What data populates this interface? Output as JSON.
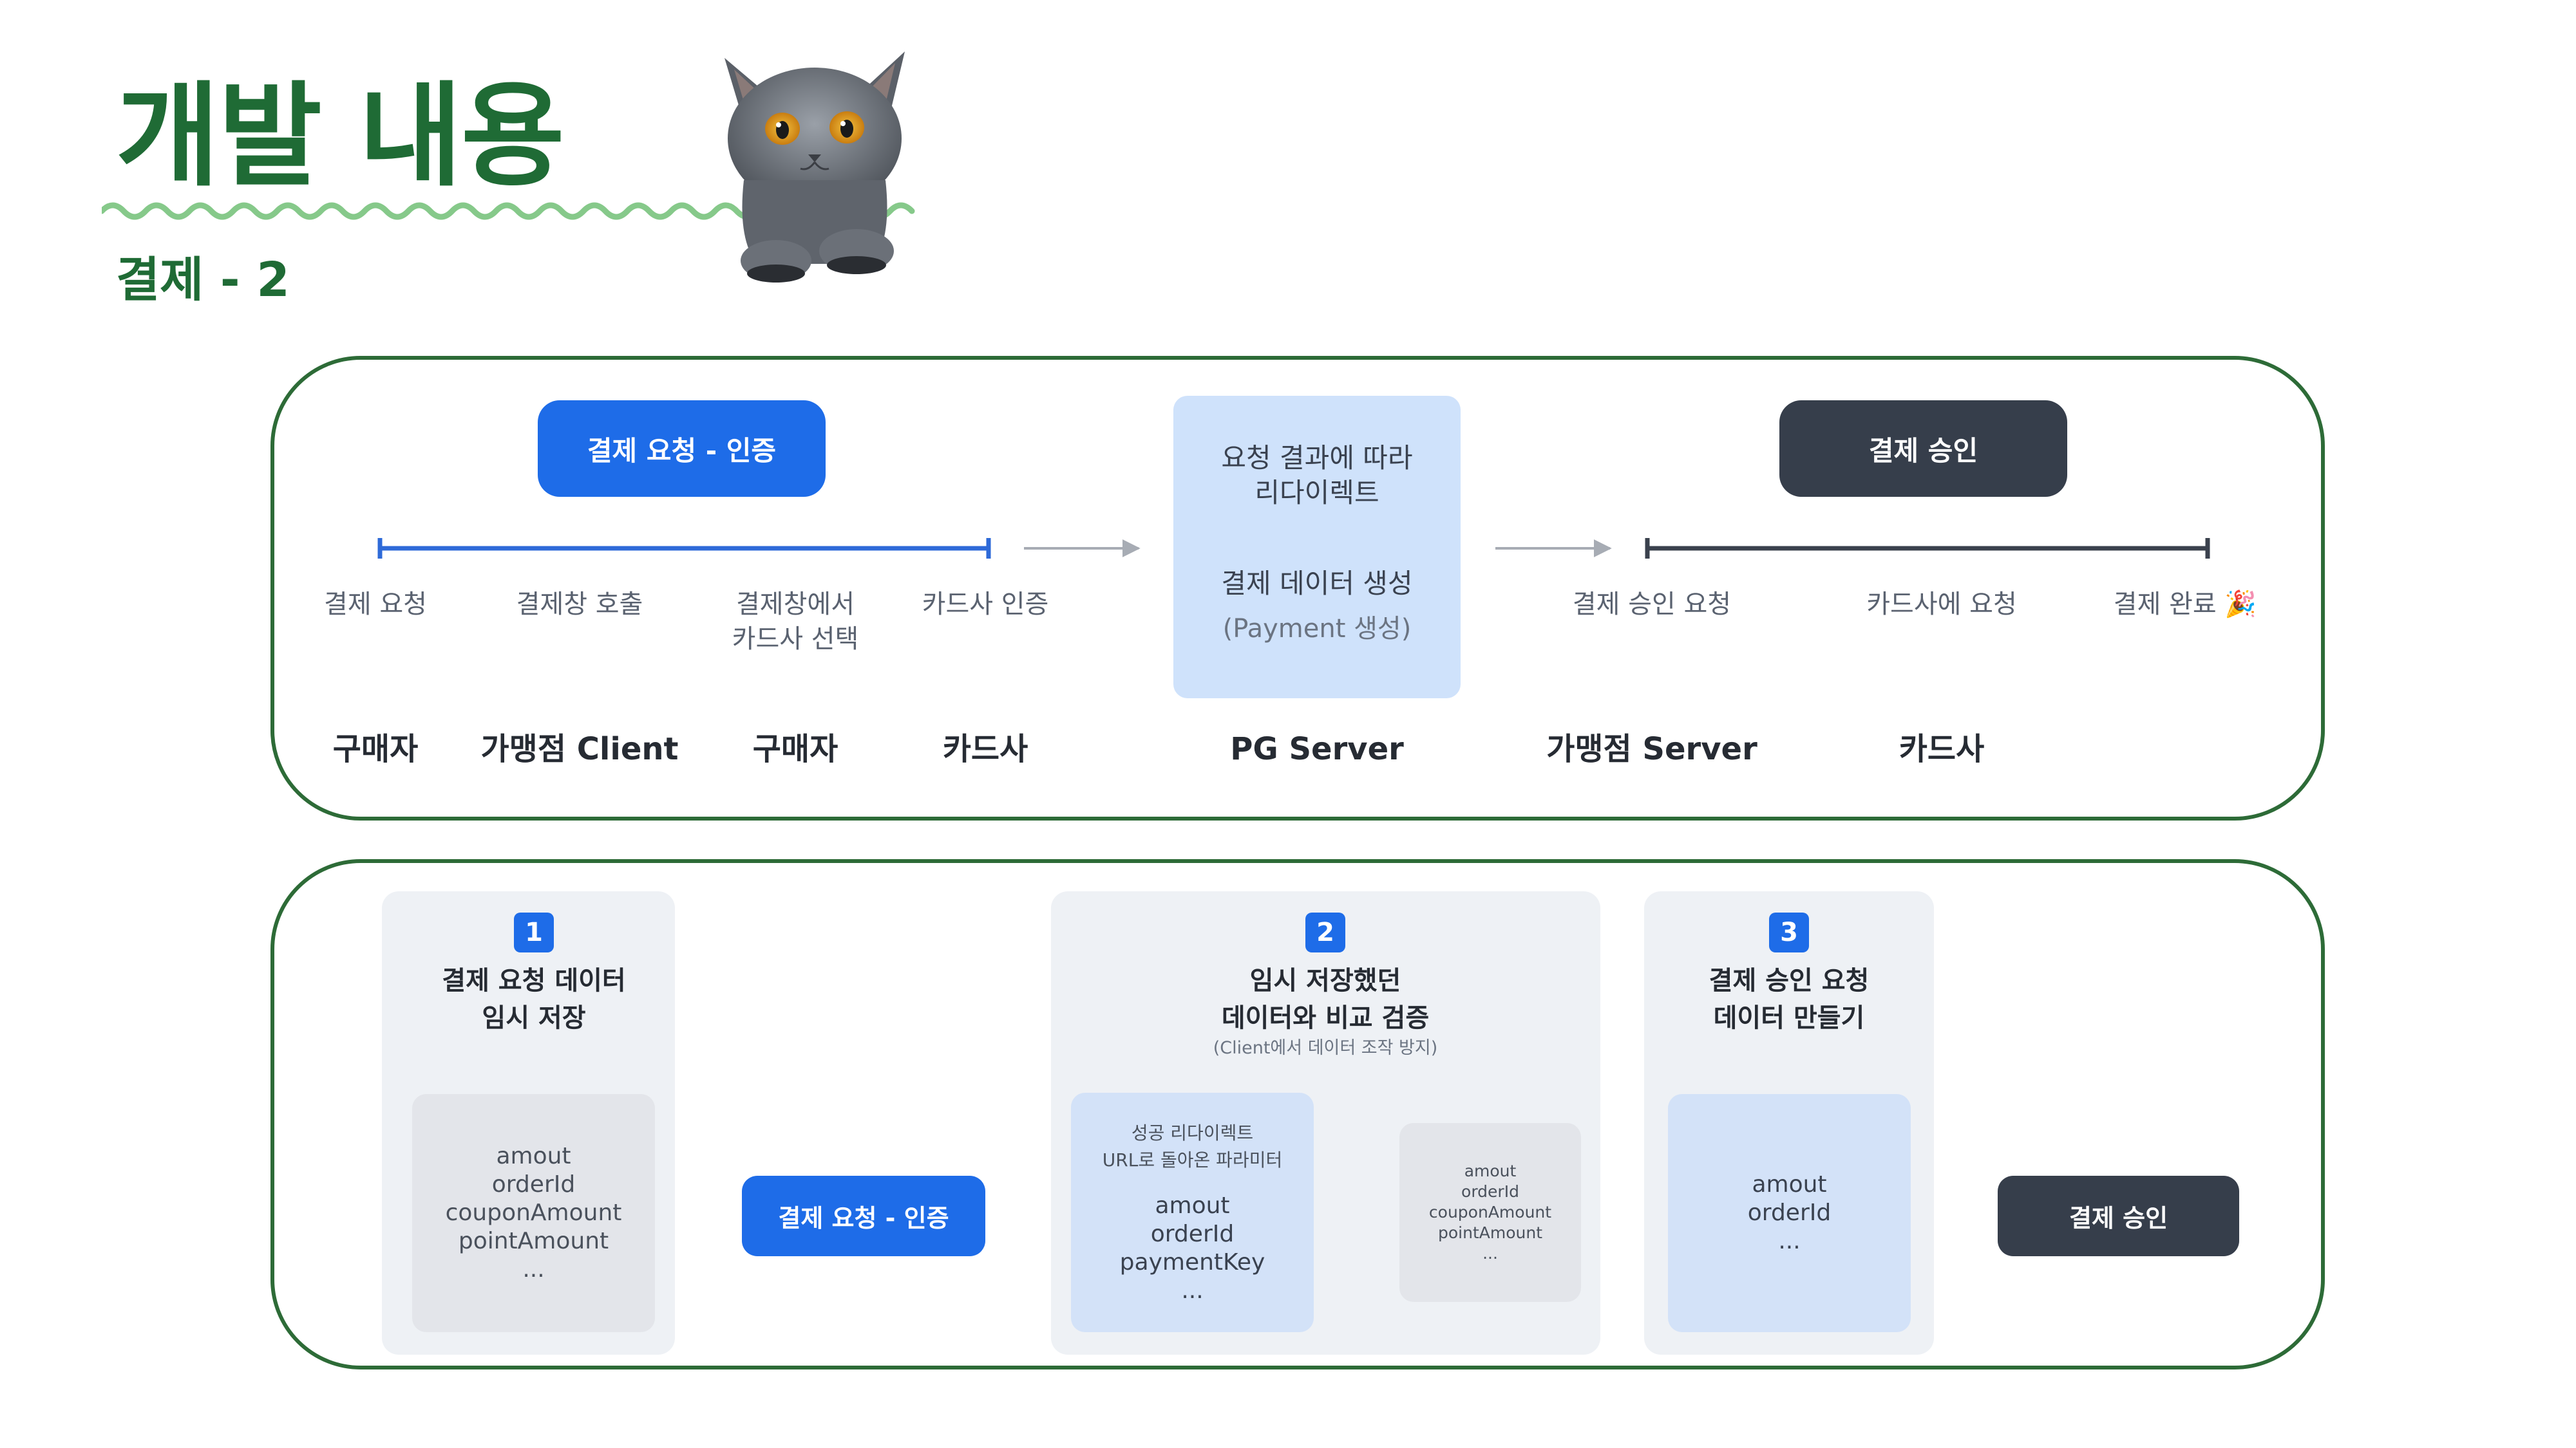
{
  "header": {
    "title": "개발 내용",
    "subtitle": "결제 - 2"
  },
  "colors": {
    "brand_green": "#1f6b35",
    "primary_blue": "#1e6ce8",
    "dark_slate": "#363e4b",
    "light_blue": "#cfe2fb"
  },
  "flow_top": {
    "auth_button": "결제 요청 - 인증",
    "approve_button": "결제 승인",
    "pg_box": {
      "line1": "요청 결과에 따라",
      "line2": "리다이렉트",
      "line3": "결제 데이터 생성",
      "line4": "(Payment 생성)"
    },
    "steps": {
      "s1": "결제 요청",
      "s2": "결제창 호출",
      "s3a": "결제창에서",
      "s3b": "카드사 선택",
      "s4": "카드사 인증",
      "s5": "결제 승인 요청",
      "s6": "카드사에 요청",
      "s7": "결제 완료 🎉"
    },
    "actors": {
      "a1": "구매자",
      "a2": "가맹점 Client",
      "a3": "구매자",
      "a4": "카드사",
      "a5": "PG Server",
      "a6": "가맹점 Server",
      "a7": "카드사"
    }
  },
  "flow_bottom": {
    "col1": {
      "badge": "1",
      "title1": "결제 요청 데이터",
      "title2": "임시 저장",
      "fields": [
        "amout",
        "orderId",
        "couponAmount",
        "pointAmount",
        "..."
      ]
    },
    "col2": {
      "badge": "2",
      "title1": "임시 저장했던",
      "title2": "데이터와 비교 검증",
      "subtitle": "(Client에서 데이터 조작 방지)",
      "left_note1": "성공 리다이렉트",
      "left_note2": "URL로 돌아온 파라미터",
      "left_fields": [
        "amout",
        "orderId",
        "paymentKey",
        "..."
      ],
      "right_fields": [
        "amout",
        "orderId",
        "couponAmount",
        "pointAmount",
        "..."
      ]
    },
    "col3": {
      "badge": "3",
      "title1": "결제 승인 요청",
      "title2": "데이터 만들기",
      "fields": [
        "amout",
        "orderId",
        "..."
      ]
    },
    "auth_button": "결제 요청 - 인증",
    "approve_button": "결제 승인"
  }
}
